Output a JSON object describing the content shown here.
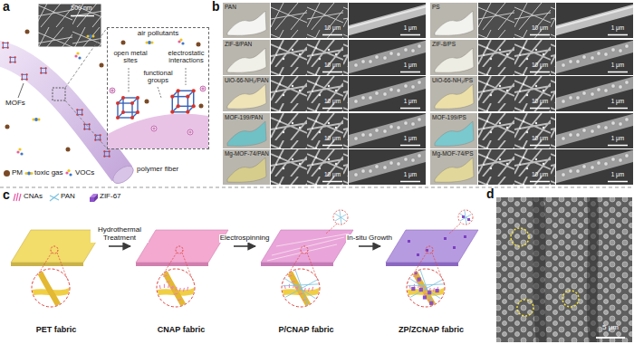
{
  "diagram": {
    "nodes": [
      {
        "text": [
          "air pollutants",
          "open metal sites",
          "electrostatic interactions",
          "functional groups"
        ]
      },
      {
        "text": [
          "PET fabric"
        ]
      },
      {
        "text": [
          "CNAP fabric"
        ]
      },
      {
        "text": [
          "P/CNAP fabric"
        ]
      },
      {
        "text": [
          "ZP/ZCNAP fabric"
        ]
      }
    ],
    "edges": [
      {
        "from": 1,
        "to": 2,
        "arrow": "to",
        "label": "Hydrothermal Treatment"
      },
      {
        "from": 2,
        "to": 3,
        "arrow": "to",
        "label": "Electrospinning"
      },
      {
        "from": 3,
        "to": 4,
        "arrow": "to",
        "label": "In-situ Growth"
      }
    ],
    "labels": [
      "a",
      "500 nm",
      "MOFs",
      "polymer fiber",
      "b",
      "PAN",
      "PS",
      "ZIF-8/PAN",
      "ZIF-8/PS",
      "UiO-66-NH₂/PAN",
      "UiO-66-NH₂/PS",
      "MOF-199/PAN",
      "MOF-199/PS",
      "Mg-MOF-74/PAN",
      "Mg-MOF-74/PS",
      "10 μm",
      "1 μm",
      "10 μm",
      "1 μm",
      "10 μm",
      "1 μm",
      "10 μm",
      "1 μm",
      "10 μm",
      "1 μm",
      "10 μm",
      "1 μm",
      "10 μm",
      "1 μm",
      "10 μm",
      "1 μm",
      "10 μm",
      "1 μm",
      "10 μm",
      "1 μm",
      "c",
      "d",
      "5 μm"
    ],
    "legend": [
      {
        "text": "PM",
        "color": "#7a4a26"
      },
      {
        "text": "toxic gas"
      },
      {
        "text": "VOCs"
      },
      {
        "text": "CNAs"
      },
      {
        "text": "PAN"
      },
      {
        "text": "ZIF-67"
      }
    ]
  }
}
